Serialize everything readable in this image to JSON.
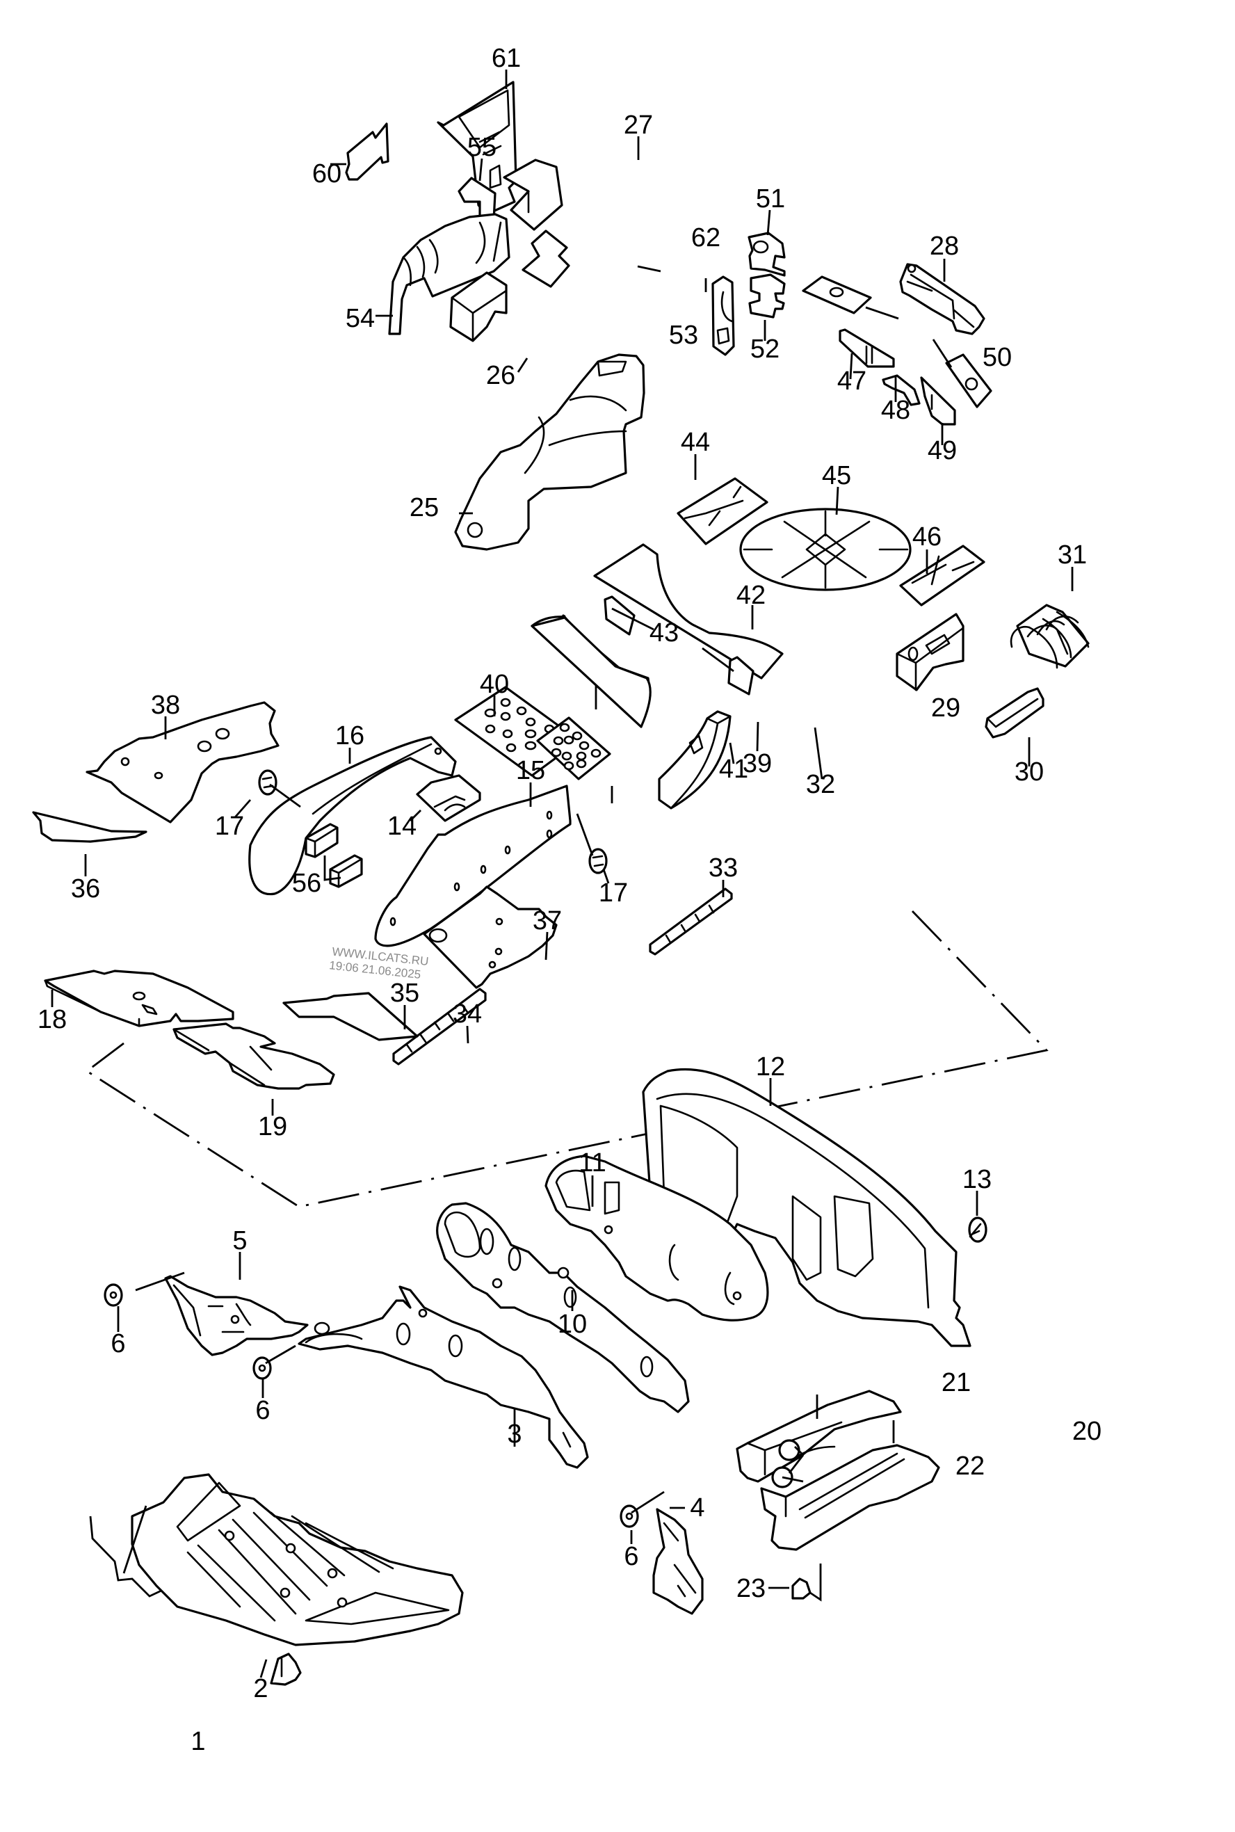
{
  "diagram": {
    "type": "exploded-parts-diagram",
    "subject": "insulation / sound damping parts",
    "watermark": {
      "line1": "WWW.ILCATS.RU",
      "line2": "19:06 21.06.2025"
    },
    "callouts": [
      {
        "id": "p1",
        "label": "1"
      },
      {
        "id": "p2",
        "label": "2"
      },
      {
        "id": "p3",
        "label": "3"
      },
      {
        "id": "p4",
        "label": "4"
      },
      {
        "id": "p5",
        "label": "5"
      },
      {
        "id": "p6a",
        "label": "6"
      },
      {
        "id": "p6b",
        "label": "6"
      },
      {
        "id": "p6c",
        "label": "6"
      },
      {
        "id": "p10",
        "label": "10"
      },
      {
        "id": "p11",
        "label": "11"
      },
      {
        "id": "p12",
        "label": "12"
      },
      {
        "id": "p13",
        "label": "13"
      },
      {
        "id": "p14",
        "label": "14"
      },
      {
        "id": "p15",
        "label": "15"
      },
      {
        "id": "p16",
        "label": "16"
      },
      {
        "id": "p17a",
        "label": "17"
      },
      {
        "id": "p17b",
        "label": "17"
      },
      {
        "id": "p18",
        "label": "18"
      },
      {
        "id": "p19",
        "label": "19"
      },
      {
        "id": "p20",
        "label": "20"
      },
      {
        "id": "p21",
        "label": "21"
      },
      {
        "id": "p22",
        "label": "22"
      },
      {
        "id": "p23",
        "label": "23"
      },
      {
        "id": "p25",
        "label": "25"
      },
      {
        "id": "p26",
        "label": "26"
      },
      {
        "id": "p27",
        "label": "27"
      },
      {
        "id": "p28",
        "label": "28"
      },
      {
        "id": "p29",
        "label": "29"
      },
      {
        "id": "p30",
        "label": "30"
      },
      {
        "id": "p31",
        "label": "31"
      },
      {
        "id": "p32",
        "label": "32"
      },
      {
        "id": "p33",
        "label": "33"
      },
      {
        "id": "p34",
        "label": "34"
      },
      {
        "id": "p35",
        "label": "35"
      },
      {
        "id": "p36",
        "label": "36"
      },
      {
        "id": "p37",
        "label": "37"
      },
      {
        "id": "p38",
        "label": "38"
      },
      {
        "id": "p39",
        "label": "39"
      },
      {
        "id": "p40",
        "label": "40"
      },
      {
        "id": "p41",
        "label": "41"
      },
      {
        "id": "p42",
        "label": "42"
      },
      {
        "id": "p43",
        "label": "43"
      },
      {
        "id": "p44",
        "label": "44"
      },
      {
        "id": "p45",
        "label": "45"
      },
      {
        "id": "p46",
        "label": "46"
      },
      {
        "id": "p47",
        "label": "47"
      },
      {
        "id": "p48",
        "label": "48"
      },
      {
        "id": "p49",
        "label": "49"
      },
      {
        "id": "p50",
        "label": "50"
      },
      {
        "id": "p51",
        "label": "51"
      },
      {
        "id": "p52",
        "label": "52"
      },
      {
        "id": "p53",
        "label": "53"
      },
      {
        "id": "p54",
        "label": "54"
      },
      {
        "id": "p55",
        "label": "55"
      },
      {
        "id": "p56",
        "label": "56"
      },
      {
        "id": "p60",
        "label": "60"
      },
      {
        "id": "p61",
        "label": "61"
      },
      {
        "id": "p62",
        "label": "62"
      }
    ]
  }
}
